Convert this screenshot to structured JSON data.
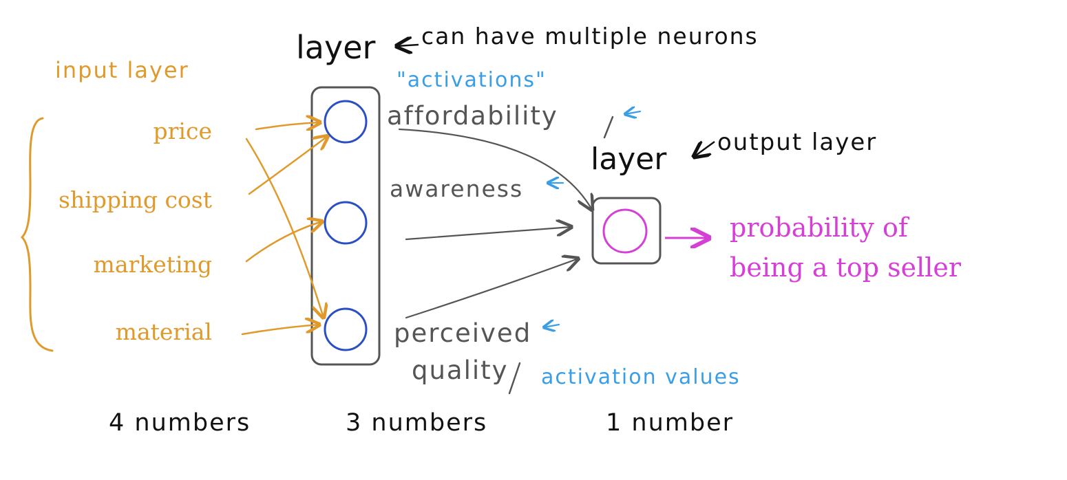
{
  "colors": {
    "input": "#e09a2b",
    "activation": "#3a9ee6",
    "hidden_node": "#2a4fc4",
    "output_node": "#d63fd6",
    "gray": "#555555",
    "black": "#111111"
  },
  "labels": {
    "hidden_layer_title": "layer",
    "hidden_layer_note": "can have multiple neurons",
    "input_layer": "input layer",
    "activations_quote": "\"activations\"",
    "output_layer_title": "layer",
    "output_layer_note": "output layer",
    "activation_values": "activation values"
  },
  "inputs": [
    "price",
    "shipping cost",
    "marketing",
    "material"
  ],
  "activations": [
    "affordability",
    "awareness",
    "perceived",
    "quality"
  ],
  "output": {
    "line1": "probability of",
    "line2": "being a top seller"
  },
  "counts": {
    "inputs": "4 numbers",
    "hidden": "3 numbers",
    "output": "1 number"
  }
}
